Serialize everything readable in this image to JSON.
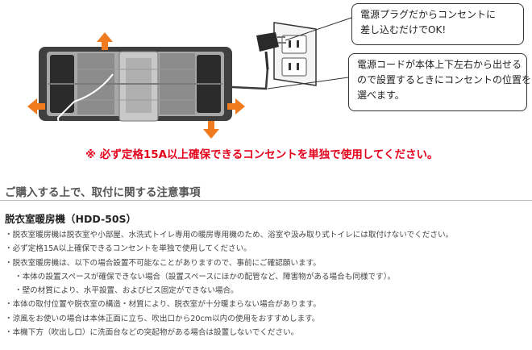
{
  "callouts": {
    "plug": [
      "電源プラグだからコンセントに",
      "差し込むだけでOK!"
    ],
    "cord": [
      "電源コードが本体上下左右から出せる",
      "ので設置するときにコンセントの位置を",
      "選べます。"
    ]
  },
  "warning": "※ 必ず定格15A以上確保できるコンセントを単独で使用してください。",
  "section_title": "ご購入する上で、取付に関する注意事項",
  "product_title": "脱衣室暖房機（HDD-50S）",
  "notes": [
    "・脱衣室暖房機は脱衣室や小部屋、水洗式トイレ専用の暖房専用機のため、浴室や汲み取り式トイレには取付けないでください。",
    "・必ず定格15A以上確保できるコンセントを単独で使用してください。",
    "・脱衣室暖房機は、以下の場合設置不可能なことがありますので、事前にご確認願います。",
    "・本体の設置スペースが確保できない場合（設置スペースにほかの配管など、障害物がある場合も同様です）。",
    "・壁の材質により、水平設置、およびビス固定ができない場合。",
    "・本体の取付位置や脱衣室の構造・材質により、脱衣室が十分暖まらない場合があります。",
    "・涼風をお使いの場合は本体正面に立ち、吹出口から20cm以内の使用をおすすめします。",
    "・本機下方（吹出し口）に洗面台などの突起物がある場合は設置しないでください。"
  ],
  "colors": {
    "arrow": "#f07a1e",
    "warning": "#e4001b",
    "device_body": "#3f3f3f",
    "device_inner": "#9a9a9a"
  },
  "icons": [
    "direction-arrow-icon",
    "power-plug-icon",
    "wall-outlet-icon"
  ]
}
